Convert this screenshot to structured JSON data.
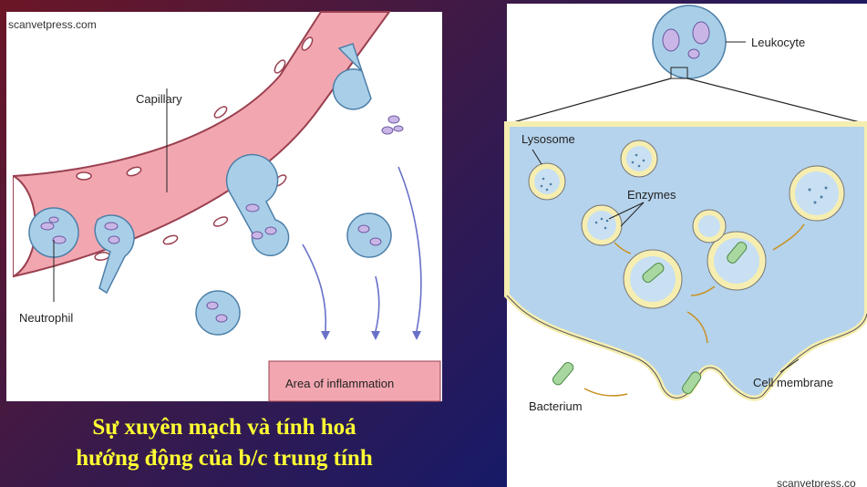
{
  "left_figure": {
    "watermark": "scanvetpress.com",
    "labels": {
      "capillary": "Capillary",
      "neutrophil": "Neutrophil",
      "area": "Area of inflammation"
    }
  },
  "right_figure": {
    "labels": {
      "leukocyte": "Leukocyte",
      "lysosome": "Lysosome",
      "enzymes": "Enzymes",
      "bacterium": "Bacterium",
      "cell_membrane": "Cell membrane"
    },
    "watermark": "scanvetpress.co"
  },
  "caption": {
    "line1": "Sự xuyên mạch và tính hoá",
    "line2": "hướng động của b/c trung tính"
  },
  "colors": {
    "vessel": "#f2a7b0",
    "cell": "#a9cfe8",
    "nucleus": "#c9b6e6",
    "membrane": "#f6eeb0",
    "bacterium": "#a8d8a0",
    "caption": "#ffff33"
  }
}
